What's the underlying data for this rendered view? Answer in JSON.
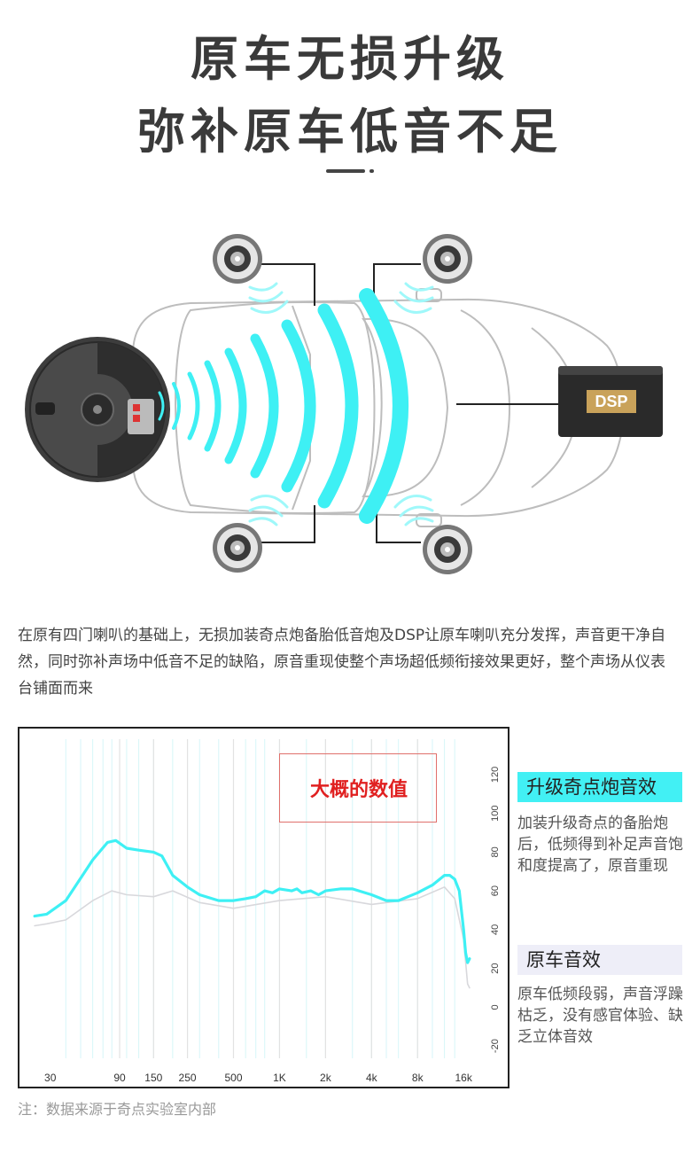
{
  "header": {
    "title_line1": "原车无损升级",
    "title_line2": "弥补原车低音不足"
  },
  "illustration": {
    "dsp_label": "DSP",
    "speaker_count": 4,
    "colors": {
      "wave": "#3ef0f4",
      "dsp_gold": "#c9a25a"
    }
  },
  "description": "在原有四门喇叭的基础上，无损加装奇点炮备胎低音炮及DSP让原车喇叭充分发挥，声音更干净自然，同时弥补声场中低音不足的缺陷，原音重现使整个声场超低频衔接效果更好，整个声场从仪表台铺面而来",
  "chart_note": "大概的数值",
  "legend": {
    "upgrade": {
      "title": "升级奇点炮音效",
      "desc": "加装升级奇点的备胎炮后，低频得到补足声音饱和度提高了，原音重现",
      "color": "#42f0f4"
    },
    "original": {
      "title": "原车音效",
      "desc": "原车低频段弱，声音浮躁枯乏，没有感官体验、缺乏立体音效",
      "color": "#d8d8dc"
    }
  },
  "chart_data": {
    "type": "line",
    "x_scale": "log",
    "x_tick_labels": [
      "30",
      "90",
      "150",
      "250",
      "500",
      "1K",
      "2k",
      "4k",
      "8k",
      "16k"
    ],
    "x_tick_values": [
      30,
      90,
      150,
      250,
      500,
      1000,
      2000,
      4000,
      8000,
      16000
    ],
    "y_tick_labels": [
      "120",
      "100",
      "80",
      "60",
      "40",
      "20",
      "0",
      "-20"
    ],
    "ylim": [
      -30,
      130
    ],
    "xlim": [
      24,
      18000
    ],
    "series": [
      {
        "name": "升级奇点炮音效",
        "color": "#3ef0f4",
        "points": [
          [
            25,
            47
          ],
          [
            30,
            48
          ],
          [
            40,
            55
          ],
          [
            60,
            76
          ],
          [
            75,
            85
          ],
          [
            85,
            86
          ],
          [
            100,
            82
          ],
          [
            120,
            81
          ],
          [
            150,
            80
          ],
          [
            170,
            78
          ],
          [
            200,
            68
          ],
          [
            250,
            62
          ],
          [
            300,
            58
          ],
          [
            400,
            55
          ],
          [
            500,
            55
          ],
          [
            600,
            56
          ],
          [
            700,
            57
          ],
          [
            800,
            60
          ],
          [
            900,
            59
          ],
          [
            1000,
            61
          ],
          [
            1200,
            60
          ],
          [
            1300,
            61
          ],
          [
            1400,
            59
          ],
          [
            1600,
            60
          ],
          [
            1800,
            58
          ],
          [
            2000,
            60
          ],
          [
            2500,
            61
          ],
          [
            3000,
            61
          ],
          [
            4000,
            58
          ],
          [
            5000,
            55
          ],
          [
            6000,
            55
          ],
          [
            8000,
            59
          ],
          [
            10000,
            63
          ],
          [
            12000,
            68
          ],
          [
            13000,
            68
          ],
          [
            14000,
            66
          ],
          [
            15000,
            60
          ],
          [
            16000,
            40
          ],
          [
            16500,
            28
          ],
          [
            17000,
            23
          ],
          [
            17500,
            25
          ]
        ]
      },
      {
        "name": "原车音效",
        "color": "#d8d8dc",
        "points": [
          [
            25,
            42
          ],
          [
            30,
            43
          ],
          [
            40,
            45
          ],
          [
            60,
            55
          ],
          [
            80,
            60
          ],
          [
            100,
            58
          ],
          [
            150,
            57
          ],
          [
            200,
            60
          ],
          [
            300,
            54
          ],
          [
            500,
            51
          ],
          [
            1000,
            55
          ],
          [
            2000,
            57
          ],
          [
            4000,
            53
          ],
          [
            8000,
            56
          ],
          [
            12000,
            62
          ],
          [
            14000,
            56
          ],
          [
            16000,
            35
          ],
          [
            17000,
            12
          ],
          [
            17500,
            10
          ]
        ]
      }
    ],
    "grid": true
  },
  "footnote": "注：数据来源于奇点实验室内部"
}
